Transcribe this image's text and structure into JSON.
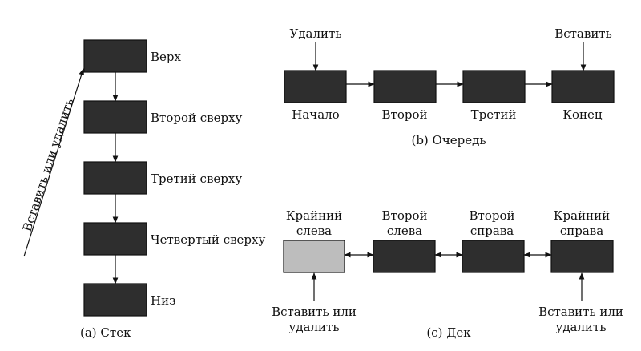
{
  "stack": {
    "caption": "(a) Стек",
    "side_label": "Вставить или удалить",
    "nodes": [
      {
        "label": "Верх"
      },
      {
        "label": "Второй сверху"
      },
      {
        "label": "Третий сверху"
      },
      {
        "label": "Четвертый сверху"
      },
      {
        "label": "Низ"
      }
    ]
  },
  "queue": {
    "caption": "(b) Очередь",
    "remove_label": "Удалить",
    "insert_label": "Вставить",
    "nodes": [
      {
        "label": "Начало"
      },
      {
        "label": "Второй"
      },
      {
        "label": "Третий"
      },
      {
        "label": "Конец"
      }
    ]
  },
  "deque": {
    "caption": "(c) Дек",
    "nodes": [
      {
        "label_line1": "Крайний",
        "label_line2": "слева"
      },
      {
        "label_line1": "Второй",
        "label_line2": "слева"
      },
      {
        "label_line1": "Второй",
        "label_line2": "справа"
      },
      {
        "label_line1": "Крайний",
        "label_line2": "справа"
      }
    ],
    "left_op": {
      "line1": "Вставить или",
      "line2": "удалить"
    },
    "right_op": {
      "line1": "Вставить или",
      "line2": "удалить"
    }
  },
  "colors": {
    "node_fill": "#2e2e2e",
    "node_fill_light": "#bdbdbd",
    "line": "#111111"
  }
}
